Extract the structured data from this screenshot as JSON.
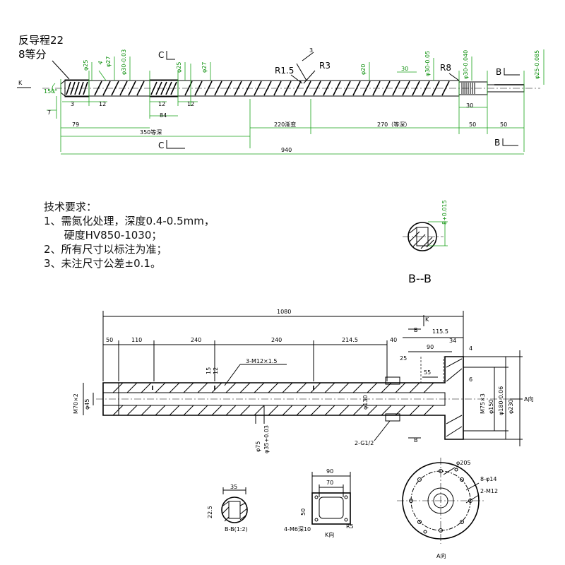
{
  "top_drawing": {
    "reverse_lead_label": "反导程22",
    "equal_parts_label": "8等分",
    "angle_150": "150°",
    "angle_4": "4",
    "k_label": "K",
    "c_top": "C",
    "c_bottom": "C",
    "b_top": "B",
    "b_bottom": "B",
    "r15": "R1.5",
    "r3": "R3",
    "r8": "R8",
    "flight_3": "3",
    "dia_25_left": "φ25",
    "dia_27_left": "φ27",
    "dia_30_tol": "φ30-0.03",
    "dia_25_mid": "φ25",
    "dia_27_mid": "φ27",
    "dia_20": "φ20",
    "dim_30_top": "30",
    "dia_30_tol2": "φ30-0.05",
    "dia_30_tol3": "φ30-0.040",
    "dia_25_right": "φ25-0.085",
    "dim_7": "7",
    "dim_3": "3",
    "dim_12a": "12",
    "dim_12b": "12",
    "dim_12c": "12",
    "dim_84": "84",
    "dim_30_bottom": "30",
    "dim_79": "79",
    "dim_350": "350等深",
    "dim_220": "220渐变",
    "dim_270": "270（等深）",
    "dim_50a": "50",
    "dim_50b": "50",
    "dim_940": "940"
  },
  "tech_requirements": {
    "title": "技术要求：",
    "line1": "1、需氮化处理，深度0.4-0.5mm，",
    "line2": "      硬度HV850-1030；",
    "line3": "2、所有尺寸以标注为准；",
    "line4": "3、未注尺寸公差±0.1。"
  },
  "section_bb": {
    "tolerance": "8+0.015",
    "label": "B--B"
  },
  "barrel": {
    "dim_1080": "1080",
    "dim_50": "50",
    "dim_110": "110",
    "dim_240a": "240",
    "dim_240b": "240",
    "dim_2145": "214.5",
    "dim_40": "40",
    "dim_1155": "115.5",
    "dim_90": "90",
    "dim_34": "34",
    "dim_4": "4",
    "dim_25": "25",
    "dim_55": "55",
    "dim_6": "6",
    "dim_15": "15",
    "dim_12": "12",
    "thread_note": "3-M12×1.5",
    "m70": "M70×2",
    "dia_45": "φ45",
    "dia_75": "φ75",
    "dia_35": "φ35+0.03",
    "dia_130": "φ130",
    "m75": "M75×3",
    "dia_150": "φ150",
    "dia_180": "φ180-0.06",
    "dia_230": "φ230",
    "a_dir": "A向",
    "k_mark": "K",
    "b_mark_top": "B",
    "b_mark_bottom": "B",
    "g12": "2-G1/2"
  },
  "detail_bb": {
    "dim_35": "35",
    "dim_225": "22.5",
    "label": "B-B(1:2)"
  },
  "detail_k": {
    "dim_90": "90",
    "dim_70": "70",
    "dim_50": "50",
    "m6": "4-M6深10",
    "k_dir": "K向",
    "r5": "R5"
  },
  "detail_a": {
    "dia_205": "φ205",
    "holes": "8-φ14",
    "m12": "2-M12",
    "a_dir": "A向"
  }
}
